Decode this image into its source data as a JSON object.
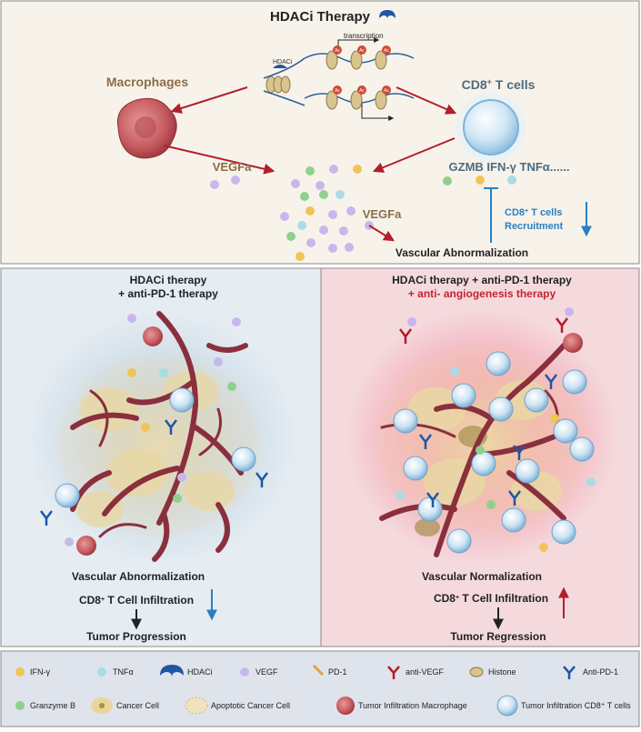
{
  "top": {
    "title": "HDACi Therapy",
    "transcription": "transcription",
    "hdaci_tag": "HDACi",
    "ac": "Ac",
    "macrophages": "Macrophages",
    "cd8_base": "CD8",
    "cd8_sup": "+",
    "cd8_tail": " T cells",
    "vegfa_left": "VEGFa",
    "vegfa_right": "VEGFa",
    "cytokines": "GZMB IFN-γ TNFα......",
    "recruit_line1_base": "CD8",
    "recruit_line1_sup": "+",
    "recruit_line1_tail": " T cells",
    "recruit_line2": "Recruitment",
    "vascular_abnormalization": "Vascular Abnormalization"
  },
  "left_panel": {
    "title_line1": "HDACi therapy",
    "title_line2": "+ anti-PD-1 therapy",
    "outcome": "Vascular Abnormalization",
    "infil_base": "CD8",
    "infil_sup": "+",
    "infil_tail": " T Cell Infiltration",
    "result": "Tumor Progression"
  },
  "right_panel": {
    "title_line1": "HDACi therapy + anti-PD-1 therapy",
    "title_line2": "+ anti- angiogenesis therapy",
    "outcome": "Vascular Normalization",
    "infil_base": "CD8",
    "infil_sup": "+",
    "infil_tail": " T Cell Infiltration",
    "result": "Tumor Regression"
  },
  "legend": {
    "ifn": "IFN-γ",
    "tnf": "TNFα",
    "hdaci": "HDACi",
    "vegf": "VEGF",
    "pd1": "PD-1",
    "antivegf": "anti-VEGF",
    "histone": "Histone",
    "antipd1": "Anti-PD-1",
    "granzyme": "Granzyme B",
    "cancer": "Cancer Cell",
    "apoptotic": "Apoptotic Cancer Cell",
    "macrophage": "Tumor Infiltration Macrophage",
    "tcell": "Tumor Infiltration CD8⁺ T cells"
  },
  "colors": {
    "top_bg": "#f8f3ea",
    "left_bg": "#e5edf3",
    "right_bg": "#f4dadd",
    "legend_bg": "#dfe4ec",
    "arrow_red": "#b11f2a",
    "arrow_blue": "#2a7fc4",
    "hdaci_blue": "#1f56a6",
    "vegf_purple": "#c7b8ec",
    "ifn_yellow": "#f0c457",
    "tnf_cyan": "#a9dce5",
    "gzmb_green": "#8fd08f",
    "vessel": "#8a2f3e",
    "tan_text": "#8a6e46",
    "steel_text": "#4c6b82"
  }
}
